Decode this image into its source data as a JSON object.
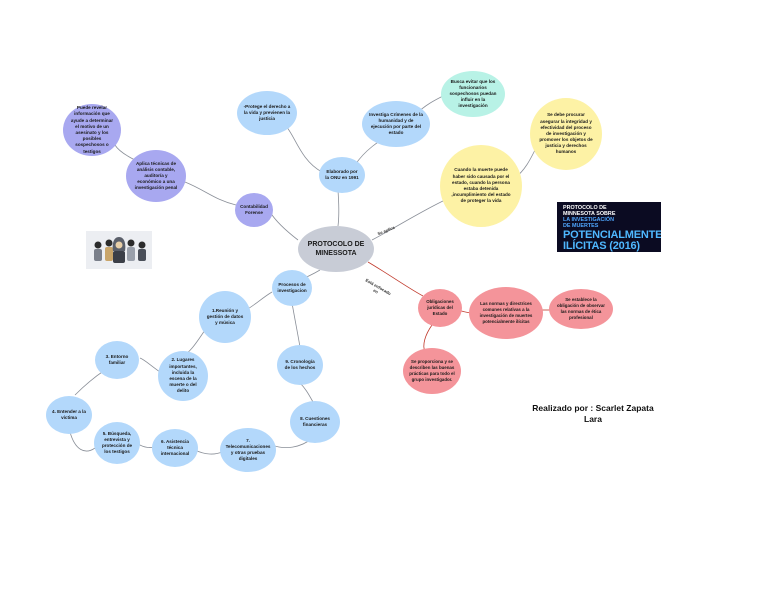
{
  "center": "PROTOCOLO DE MINESSOTA",
  "nodes": {
    "elaborado": "Elaborado por la ONU en 1991",
    "proteger": "-Protege el derecho a la vida y previenen la justicia",
    "investiga": "Investiga Crímenes de la humanidad y de ejecución por parte del estado",
    "busca": "Busca evitar que los funcionarios sospechosos puedan influir en la investigación",
    "cuando": "Cuando la muerte puede haber sido causada por el estado, cuando la persona estaba detenida ,incumplimiento del estado de proteger la vida",
    "debe": "Se debe procurar asegurar la integridad y efectividad del proceso de investigación y promover los objetos de justicia y derechos humanos",
    "contabilidad": "Contabilidad Forense",
    "aplica": "Aplica técnicas de análisis contable, auditoría y económico a una investigación penal",
    "puede": "Puede revelar información que ayude a determinar el motivo de un asesinato y los posibles sospechosos o testigos",
    "procesos": "Procesos de investigacion",
    "n1": "1.Reunión y gestión de datos y música",
    "n2": "2. Lugares importantes, incluida la escena de la muerte o del delito",
    "n3": "3. Entorno familiar",
    "n4": "4. Entender a la víctima",
    "n5": "5. Búsqueda, entrevista y protección de los testigos",
    "n6": "6. Asistencia técnica internacional",
    "n7": "7. Telecomunicaciones y otras pruebas digitales",
    "n8": "8. Cuestiones financieras",
    "n9": "9. Cronología de los hechos",
    "obligaciones": "Obligaciones jurídicas del Estado",
    "normas": "Las normas y directrices comunes relativas a la investigación de muertes potencialmente ilícitas",
    "establece": "Se establece la obligación de observar las normas de ética profesional",
    "proporciona": "Se proporciona y se describen las buenas prácticas para todo el grupo investigador."
  },
  "edge_labels": {
    "se_aplica": "Se aplica",
    "esta_enfocado": "Está enfocado en"
  },
  "thumbnail": {
    "line1": "PROTOCOLO DE",
    "line2": "MINNESOTA SOBRE",
    "line3": "LA INVESTIGACIÓN",
    "line4": "DE MUERTES",
    "line5": "POTENCIALMENTE",
    "line6": "ILÍCITAS (2016)"
  },
  "credit": {
    "line1": "Realizado por : Scarlet Zapata",
    "line2": "Lara"
  },
  "colors": {
    "blue": "#b3d8fb",
    "cyan": "#b8f2e6",
    "purple": "#a8a8f0",
    "pink": "#f4949a",
    "yellow": "#fdf2a5",
    "center": "#c8ccd6",
    "edge": "#8a8f98",
    "pink_edge": "#c0392b"
  }
}
